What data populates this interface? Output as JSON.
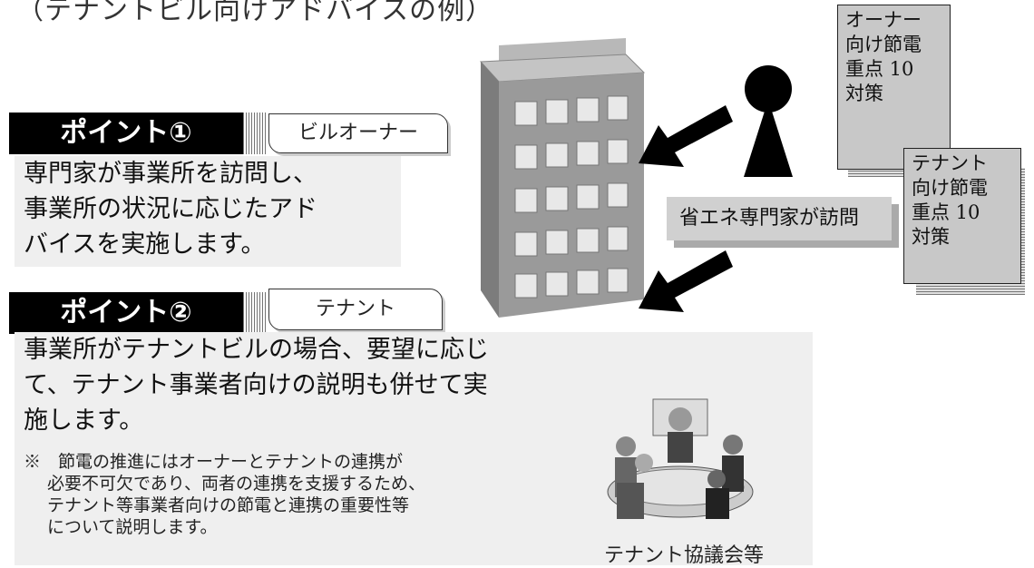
{
  "title": "（テナントビル向けアドバイスの例）",
  "point1": {
    "heading": "ポイント①",
    "tag": "ビルオーナー",
    "lines": [
      "専門家が事業所を訪問し、",
      "事業所の状況に応じたアド",
      "バイスを実施します。"
    ]
  },
  "point2": {
    "heading": "ポイント②",
    "tag": "テナント",
    "lines": [
      "事業所がテナントビルの場合、要望に応じ",
      "て、テナント事業者向けの説明も併せて実",
      "施します。"
    ],
    "note": [
      "※　節電の推進にはオーナーとテナントの連携が",
      "必要不可欠であり、両者の連携を支援するため、",
      "テナント等事業者向けの節電と連携の重要性等",
      "について説明します。"
    ]
  },
  "visit_label": "省エネ専門家が訪問",
  "doc_owner": [
    "オーナー",
    "向け節電",
    "重点 10",
    "対策"
  ],
  "doc_tenant": [
    "テナント",
    "向け節電",
    "重点 10",
    "対策"
  ],
  "meeting_caption": "テナント協議会等",
  "colors": {
    "bar": "#000000",
    "panel": "#efefef",
    "building": "#9a9a9a",
    "doc": "#c8c8c8"
  }
}
